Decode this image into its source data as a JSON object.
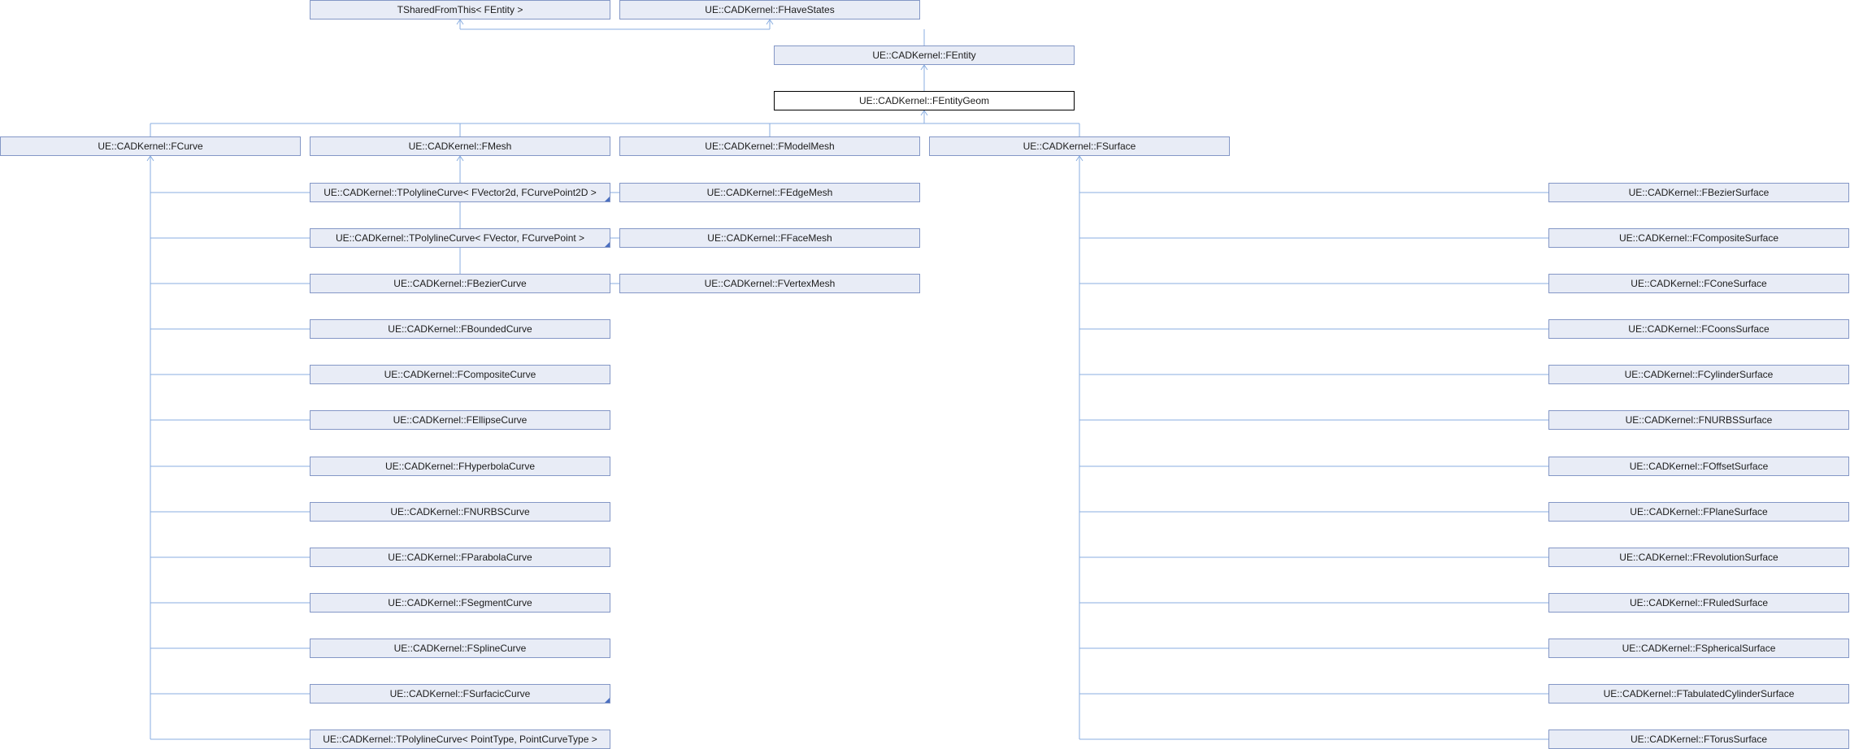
{
  "diagram": {
    "nodes": [
      {
        "id": "tshared",
        "label": "TSharedFromThis< FEntity >"
      },
      {
        "id": "fhavestates",
        "label": "UE::CADKernel::FHaveStates"
      },
      {
        "id": "fentity",
        "label": "UE::CADKernel::FEntity"
      },
      {
        "id": "fentitygeom",
        "label": "UE::CADKernel::FEntityGeom"
      },
      {
        "id": "fcurve",
        "label": "UE::CADKernel::FCurve"
      },
      {
        "id": "fmesh",
        "label": "UE::CADKernel::FMesh"
      },
      {
        "id": "fmodelmesh",
        "label": "UE::CADKernel::FModelMesh"
      },
      {
        "id": "fsurface",
        "label": "UE::CADKernel::FSurface"
      },
      {
        "id": "tpoly2d",
        "label": "UE::CADKernel::TPolylineCurve< FVector2d, FCurvePoint2D >"
      },
      {
        "id": "tpolyvec",
        "label": "UE::CADKernel::TPolylineCurve< FVector, FCurvePoint >"
      },
      {
        "id": "fbeziercurve",
        "label": "UE::CADKernel::FBezierCurve"
      },
      {
        "id": "fboundedcurve",
        "label": "UE::CADKernel::FBoundedCurve"
      },
      {
        "id": "fcompositecurve",
        "label": "UE::CADKernel::FCompositeCurve"
      },
      {
        "id": "fellipsecurve",
        "label": "UE::CADKernel::FEllipseCurve"
      },
      {
        "id": "fhyperbolacurve",
        "label": "UE::CADKernel::FHyperbolaCurve"
      },
      {
        "id": "fnurbscurve",
        "label": "UE::CADKernel::FNURBSCurve"
      },
      {
        "id": "fparabolacurve",
        "label": "UE::CADKernel::FParabolaCurve"
      },
      {
        "id": "fsegmentcurve",
        "label": "UE::CADKernel::FSegmentCurve"
      },
      {
        "id": "fsplinecurve",
        "label": "UE::CADKernel::FSplineCurve"
      },
      {
        "id": "fsurfaciccurve",
        "label": "UE::CADKernel::FSurfacicCurve"
      },
      {
        "id": "tpolypoint",
        "label": "UE::CADKernel::TPolylineCurve< PointType, PointCurveType >"
      },
      {
        "id": "fedgemesh",
        "label": "UE::CADKernel::FEdgeMesh"
      },
      {
        "id": "ffacemesh",
        "label": "UE::CADKernel::FFaceMesh"
      },
      {
        "id": "fvertexmesh",
        "label": "UE::CADKernel::FVertexMesh"
      },
      {
        "id": "fbeziersurface",
        "label": "UE::CADKernel::FBezierSurface"
      },
      {
        "id": "fcompositesurface",
        "label": "UE::CADKernel::FCompositeSurface"
      },
      {
        "id": "fconesurface",
        "label": "UE::CADKernel::FConeSurface"
      },
      {
        "id": "fcoonssurface",
        "label": "UE::CADKernel::FCoonsSurface"
      },
      {
        "id": "fcylindersurface",
        "label": "UE::CADKernel::FCylinderSurface"
      },
      {
        "id": "fnurbssurface",
        "label": "UE::CADKernel::FNURBSSurface"
      },
      {
        "id": "foffsetsurface",
        "label": "UE::CADKernel::FOffsetSurface"
      },
      {
        "id": "fplanesurface",
        "label": "UE::CADKernel::FPlaneSurface"
      },
      {
        "id": "frevolutionsurface",
        "label": "UE::CADKernel::FRevolutionSurface"
      },
      {
        "id": "fruledsurface",
        "label": "UE::CADKernel::FRuledSurface"
      },
      {
        "id": "fsphericalsurface",
        "label": "UE::CADKernel::FSphericalSurface"
      },
      {
        "id": "ftabulatedcylindersurface",
        "label": "UE::CADKernel::FTabulatedCylinderSurface"
      },
      {
        "id": "ftorussurface",
        "label": "UE::CADKernel::FTorusSurface"
      }
    ],
    "edges": [
      [
        "fentity",
        "tshared"
      ],
      [
        "fentity",
        "fhavestates"
      ],
      [
        "fentitygeom",
        "fentity"
      ],
      [
        "fcurve",
        "fentitygeom"
      ],
      [
        "fmesh",
        "fentitygeom"
      ],
      [
        "fmodelmesh",
        "fentitygeom"
      ],
      [
        "fsurface",
        "fentitygeom"
      ],
      [
        "tpoly2d",
        "fcurve"
      ],
      [
        "tpolyvec",
        "fcurve"
      ],
      [
        "fbeziercurve",
        "fcurve"
      ],
      [
        "fboundedcurve",
        "fcurve"
      ],
      [
        "fcompositecurve",
        "fcurve"
      ],
      [
        "fellipsecurve",
        "fcurve"
      ],
      [
        "fhyperbolacurve",
        "fcurve"
      ],
      [
        "fnurbscurve",
        "fcurve"
      ],
      [
        "fparabolacurve",
        "fcurve"
      ],
      [
        "fsegmentcurve",
        "fcurve"
      ],
      [
        "fsplinecurve",
        "fcurve"
      ],
      [
        "fsurfaciccurve",
        "fcurve"
      ],
      [
        "tpolypoint",
        "fcurve"
      ],
      [
        "fedgemesh",
        "fmesh"
      ],
      [
        "ffacemesh",
        "fmesh"
      ],
      [
        "fvertexmesh",
        "fmesh"
      ],
      [
        "fbeziersurface",
        "fsurface"
      ],
      [
        "fcompositesurface",
        "fsurface"
      ],
      [
        "fconesurface",
        "fsurface"
      ],
      [
        "fcoonssurface",
        "fsurface"
      ],
      [
        "fcylindersurface",
        "fsurface"
      ],
      [
        "fnurbssurface",
        "fsurface"
      ],
      [
        "foffsetsurface",
        "fsurface"
      ],
      [
        "fplanesurface",
        "fsurface"
      ],
      [
        "frevolutionsurface",
        "fsurface"
      ],
      [
        "fruledsurface",
        "fsurface"
      ],
      [
        "fsphericalsurface",
        "fsurface"
      ],
      [
        "ftabulatedcylindersurface",
        "fsurface"
      ],
      [
        "ftorussurface",
        "fsurface"
      ]
    ],
    "current": "fentitygeom",
    "truncated": [
      "tpoly2d",
      "tpolyvec",
      "fsurfaciccurve"
    ],
    "colors": {
      "node_fill": "#e8ecf6",
      "node_border": "#8497c6",
      "edge": "#8aaee0",
      "current_border": "#000000"
    }
  }
}
